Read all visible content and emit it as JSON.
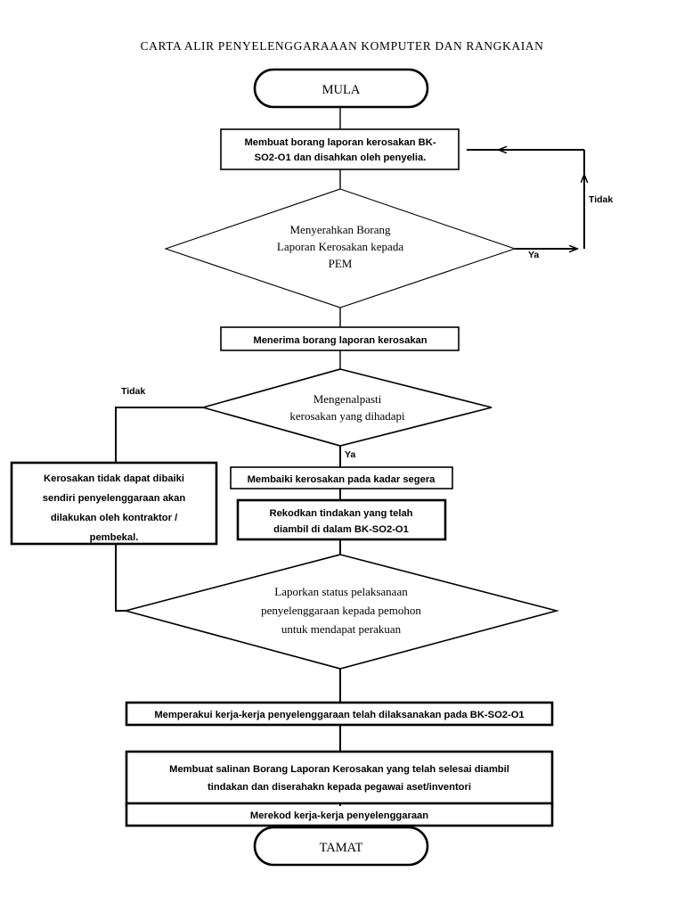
{
  "document": {
    "title": "CARTA ALIR PENYELENGGARAAAN KOMPUTER DAN RANGKAIAN",
    "language": "ms"
  },
  "chart_data": {
    "type": "diagram",
    "diagram_kind": "flowchart",
    "title": "CARTA ALIR PENYELENGGARAAAN KOMPUTER DAN RANGKAIAN",
    "orientation": "top-to-bottom",
    "nodes": [
      {
        "id": "n1",
        "shape": "terminator",
        "text": "MULA"
      },
      {
        "id": "n2",
        "shape": "process",
        "text": "Membuat borang laporan kerosakan BK-SO2-O1 dan disahkan oleh penyelia.",
        "lines": [
          "Membuat borang laporan kerosakan BK-",
          "SO2-O1 dan disahkan oleh penyelia."
        ]
      },
      {
        "id": "n3",
        "shape": "decision",
        "text": "Menyerahkan Borang Laporan Kerosakan kepada PEM",
        "lines": [
          "Menyerahkan Borang",
          "Laporan Kerosakan kepada",
          "PEM"
        ]
      },
      {
        "id": "n4",
        "shape": "process",
        "text": "Menerima borang laporan kerosakan",
        "lines": [
          "Menerima borang laporan kerosakan"
        ]
      },
      {
        "id": "n5",
        "shape": "decision",
        "text": "Mengenalpasti kerosakan yang dihadapi",
        "lines": [
          "Mengenalpasti",
          "kerosakan yang dihadapi"
        ]
      },
      {
        "id": "n6",
        "shape": "process",
        "text": "Kerosakan tidak dapat dibaiki sendiri penyelenggaraan akan dilakukan oleh kontraktor / pembekal.",
        "lines": [
          "Kerosakan tidak dapat dibaiki",
          "sendiri penyelenggaraan akan",
          "dilakukan oleh kontraktor /",
          "pembekal."
        ]
      },
      {
        "id": "n7",
        "shape": "process",
        "text": "Membaiki kerosakan pada kadar segera",
        "lines": [
          "Membaiki kerosakan pada kadar segera"
        ]
      },
      {
        "id": "n8",
        "shape": "process",
        "text": "Rekodkan tindakan yang telah diambil di dalam BK-SO2-O1",
        "lines": [
          "Rekodkan tindakan yang telah",
          "diambil di dalam BK-SO2-O1"
        ]
      },
      {
        "id": "n9",
        "shape": "decision",
        "text": "Laporkan status pelaksanaan penyelenggaraan kepada pemohon untuk mendapat perakuan",
        "lines": [
          "Laporkan status pelaksanaan",
          "penyelenggaraan kepada pemohon",
          "untuk mendapat perakuan"
        ]
      },
      {
        "id": "n10",
        "shape": "process",
        "text": "Memperakui kerja-kerja penyelenggaraan telah dilaksanakan pada BK-SO2-O1",
        "lines": [
          "Memperakui kerja-kerja penyelenggaraan telah dilaksanakan pada BK-SO2-O1"
        ]
      },
      {
        "id": "n11",
        "shape": "process",
        "text": "Membuat salinan Borang Laporan Kerosakan yang telah selesai diambil tindakan dan diserahakn kepada pegawai aset/inventori",
        "lines": [
          "Membuat salinan Borang Laporan Kerosakan yang telah selesai diambil",
          "tindakan dan diserahakn kepada pegawai aset/inventori"
        ]
      },
      {
        "id": "n12",
        "shape": "process",
        "text": "Merekod kerja-kerja penyelenggaraan",
        "lines": [
          "Merekod kerja-kerja penyelenggaraan"
        ]
      },
      {
        "id": "n13",
        "shape": "terminator",
        "text": "TAMAT"
      }
    ],
    "edges": [
      {
        "from": "n1",
        "to": "n2",
        "label": ""
      },
      {
        "from": "n2",
        "to": "n3",
        "label": ""
      },
      {
        "from": "n3",
        "to": "n4",
        "label": ""
      },
      {
        "from": "n3",
        "to": "loop-right",
        "label": "Ya"
      },
      {
        "from": "loop-right",
        "to": "n2",
        "label": "Tidak"
      },
      {
        "from": "n4",
        "to": "n5",
        "label": ""
      },
      {
        "from": "n5",
        "to": "n6",
        "label": "Tidak"
      },
      {
        "from": "n5",
        "to": "n7",
        "label": "Ya"
      },
      {
        "from": "n7",
        "to": "n8",
        "label": ""
      },
      {
        "from": "n8",
        "to": "n9",
        "label": ""
      },
      {
        "from": "n6",
        "to": "n9",
        "label": ""
      },
      {
        "from": "n9",
        "to": "n10",
        "label": ""
      },
      {
        "from": "n10",
        "to": "n11",
        "label": ""
      },
      {
        "from": "n11",
        "to": "n12",
        "label": ""
      },
      {
        "from": "n12",
        "to": "n13",
        "label": ""
      }
    ],
    "edge_labels": {
      "ya_top": "Ya",
      "tidak_right": "Tidak",
      "tidak_left": "Tidak",
      "ya_mid": "Ya"
    },
    "colors": {
      "stroke": "#000000",
      "fill": "#ffffff",
      "text": "#000000",
      "background": "#ffffff"
    }
  },
  "nodes": {
    "start": {
      "label": "MULA"
    },
    "end": {
      "label": "TAMAT"
    },
    "p_membuat_borang": {
      "line1": "Membuat borang laporan kerosakan BK-",
      "line2": "SO2-O1 dan disahkan oleh penyelia."
    },
    "d_menyerahkan": {
      "line1": "Menyerahkan Borang",
      "line2": "Laporan Kerosakan kepada",
      "line3": "PEM"
    },
    "p_menerima": {
      "line1": "Menerima borang laporan kerosakan"
    },
    "d_mengenalpasti": {
      "line1": "Mengenalpasti",
      "line2": "kerosakan yang dihadapi"
    },
    "p_kontraktor": {
      "line1": "Kerosakan tidak dapat dibaiki",
      "line2": "sendiri penyelenggaraan akan",
      "line3": "dilakukan oleh kontraktor /",
      "line4": "pembekal."
    },
    "p_membaiki": {
      "line1": "Membaiki kerosakan pada kadar segera"
    },
    "p_rekodkan": {
      "line1": "Rekodkan tindakan yang telah",
      "line2": "diambil di dalam BK-SO2-O1"
    },
    "d_laporkan": {
      "line1": "Laporkan status pelaksanaan",
      "line2": "penyelenggaraan kepada pemohon",
      "line3": "untuk mendapat perakuan"
    },
    "p_memperakui": {
      "line1": "Memperakui kerja-kerja penyelenggaraan telah dilaksanakan pada BK-SO2-O1"
    },
    "p_salinan": {
      "line1": "Membuat salinan Borang Laporan Kerosakan yang telah selesai diambil",
      "line2": "tindakan dan diserahakn kepada pegawai aset/inventori"
    },
    "p_merekod": {
      "line1": "Merekod kerja-kerja penyelenggaraan"
    }
  },
  "labels": {
    "ya_top": "Ya",
    "tidak_right": "Tidak",
    "tidak_left": "Tidak",
    "ya_mid": "Ya"
  }
}
